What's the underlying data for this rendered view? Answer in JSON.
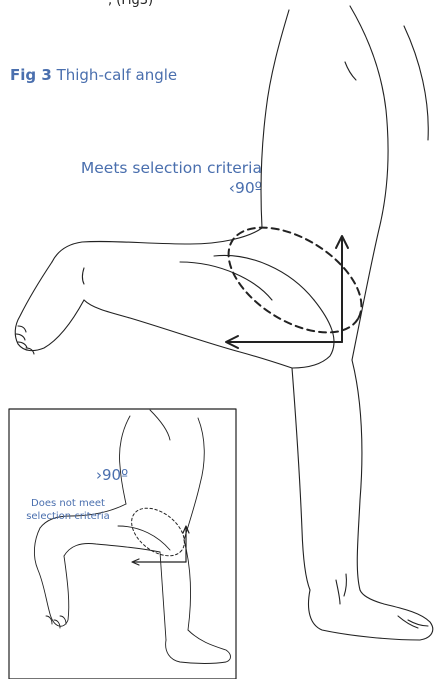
{
  "header_fragment": ", (Fig3)",
  "figure": {
    "number": "Fig 3",
    "title": "Thigh-calf angle"
  },
  "main_label": {
    "line1": "Meets selection criteria",
    "line2": "‹90º"
  },
  "inset": {
    "angle": "›90º",
    "line1": "Does not meet",
    "line2": "selection criteria"
  },
  "colors": {
    "label_blue": "#4a6fae",
    "line": "#222222"
  }
}
